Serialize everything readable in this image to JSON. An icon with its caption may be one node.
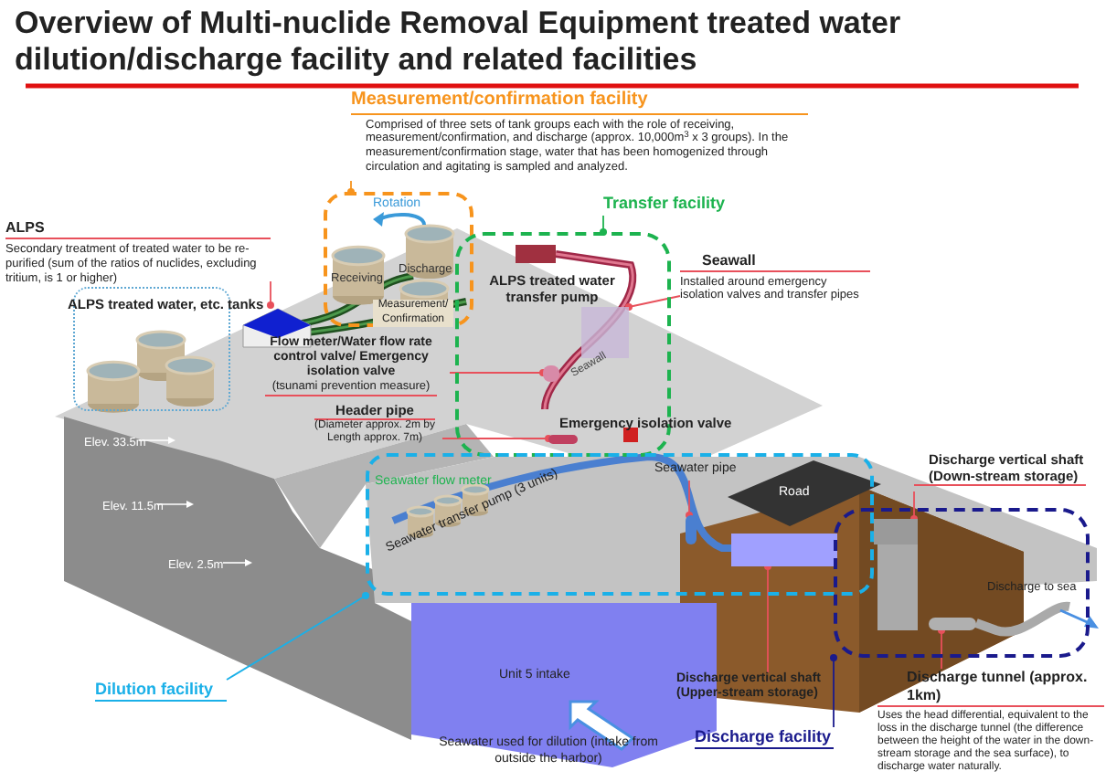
{
  "diagram": {
    "title": "Overview of Multi-nuclide Removal Equipment treated water dilution/discharge facility and related facilities",
    "nodes": [
      {
        "text": [
          "Measurement/confirmation facility",
          "Comprised of three sets of tank groups each with the role of receiving, measurement/confirmation, and discharge (approx. 10,000m$^{3}$ x 3 groups). In the measurement/confirmation stage, water that has been homogenized through circulation and agitating is sampled and analyzed."
        ]
      },
      {
        "text": [],
        "shape": "box"
      },
      {
        "text": [
          "Transfer facility"
        ]
      },
      {
        "text": [],
        "shape": "box"
      },
      {
        "text": [
          "ALPS",
          "Secondary treatment of treated water to be re-purified (sum of the ratios of nuclides, excluding tritium, is 1 or higher)"
        ]
      },
      {
        "text": [],
        "shape": "picture"
      },
      {
        "text": [
          "ALPS treated water, etc. tanks"
        ]
      },
      {
        "text": [
          "Seawall",
          "Installed around emergency isolation valves and transfer pipes"
        ]
      },
      {
        "text": [
          "Flow meter/Water flow rate control valve/ Emergency isolation valve",
          "(tsunami prevention measure)"
        ]
      },
      {
        "text": [
          "Header pipe",
          "(Diameter approx. 2m by Length approx. 7m)"
        ]
      },
      {
        "text": [
          "Seawater pipe"
        ],
        "in": 15
      },
      {
        "text": [
          "Discharge vertical shaft (Down-stream storage)"
        ]
      },
      {
        "text": [
          "Discharge vertical shaft (Upper-stream storage)"
        ]
      },
      {
        "text": [
          "**Discharge tunnel** (approx. 1km)",
          "Uses the head differential, equivalent to the loss in the discharge tunnel (the difference between the height of the water in the down-stream storage and the sea surface), to discharge water naturally."
        ]
      },
      {
        "text": [
          "Dilution facility"
        ]
      },
      {
        "text": [],
        "shape": "box"
      },
      {
        "text": [
          "Discharge facility"
        ]
      },
      {
        "text": [],
        "shape": "box"
      },
      {
        "text": [],
        "shape": "box",
        "in": 3
      },
      {
        "text": [],
        "shape": "box",
        "in": 3
      },
      {
        "text": [],
        "shape": "bar",
        "in": 3
      },
      {
        "text": [],
        "shape": "bar",
        "in": 15
      },
      {
        "text": [],
        "shape": "box",
        "in": 17
      },
      {
        "text": [],
        "shape": "box",
        "in": 15
      },
      {
        "text": [],
        "shape": "bar",
        "in": 17
      }
    ],
    "edges": [
      {
        "from": 0,
        "to": 1,
        "arrow": "other",
        "color": "#f7941d"
      },
      {
        "from": 2,
        "to": 3,
        "arrow": "other",
        "color": "#1db34f"
      },
      {
        "from": 4,
        "to": 5,
        "arrow": "other"
      },
      {
        "from": 7,
        "to": 18,
        "arrow": "other"
      },
      {
        "from": 8,
        "to": 19,
        "arrow": "other"
      },
      {
        "from": 9,
        "to": 20,
        "arrow": "other"
      },
      {
        "from": 10,
        "to": 21,
        "arrow": "other"
      },
      {
        "from": 11,
        "to": 22,
        "arrow": "other"
      },
      {
        "from": 12,
        "to": 23,
        "arrow": "other"
      },
      {
        "from": 13,
        "to": 24,
        "arrow": "other"
      },
      {
        "from": 14,
        "to": 15,
        "arrow": "other",
        "color": "#1ab0e8"
      },
      {
        "from": 16,
        "to": 17,
        "arrow": "other",
        "color": "#1a1a8c"
      }
    ],
    "labels": [
      "Rotation",
      "Discharge",
      "Receiving",
      "Measurement/ Confirmation",
      "ALPS treated water transfer pump",
      "Seawall",
      "Emergency isolation valve",
      "Seawater flow meter",
      "Road",
      "Elev. 33.5m",
      "Elev. 11.5m",
      "Elev. 2.5m",
      "Seawater transfer pump (3 units)",
      "Discharge to sea",
      "Unit 5 intake",
      "Seawater used for dilution (intake from outside the harbor)"
    ]
  }
}
